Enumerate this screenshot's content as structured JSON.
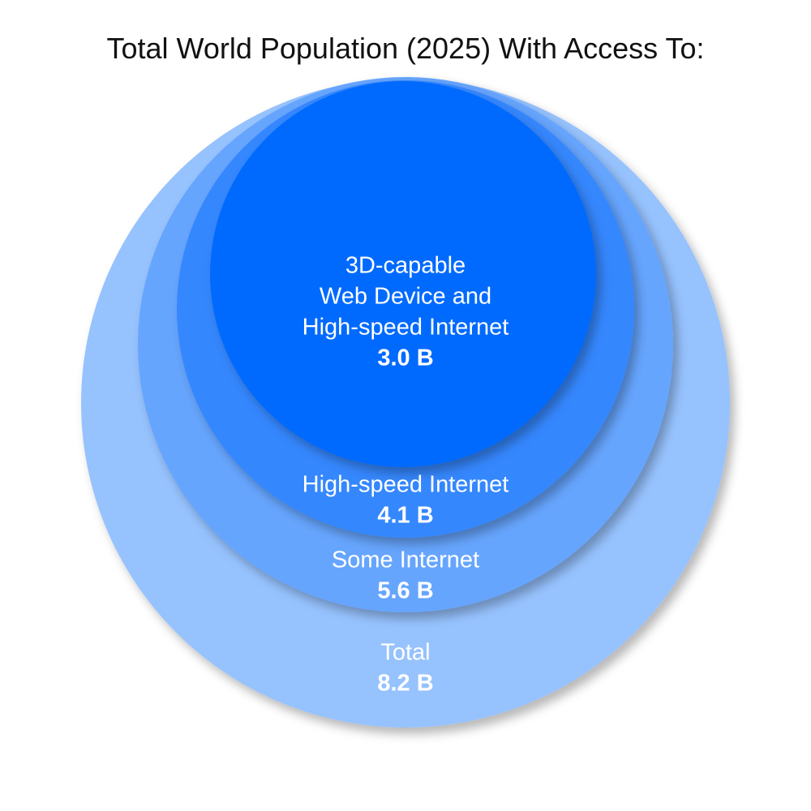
{
  "chart_data": {
    "type": "nested-circles",
    "title": "Total World Population (2025) With Access To:",
    "series": [
      {
        "label_lines": [
          "Total"
        ],
        "value": 8.2,
        "value_label": "8.2 B",
        "color": "#96c2fe"
      },
      {
        "label_lines": [
          "Some Internet"
        ],
        "value": 5.6,
        "value_label": "5.6 B",
        "color": "#66a5fe"
      },
      {
        "label_lines": [
          "High-speed Internet"
        ],
        "value": 4.1,
        "value_label": "4.1 B",
        "color": "#3587fe"
      },
      {
        "label_lines": [
          "3D-capable",
          "Web Device and",
          "High-speed Internet"
        ],
        "value": 3.0,
        "value_label": "3.0 B",
        "color": "#006afe"
      }
    ]
  }
}
